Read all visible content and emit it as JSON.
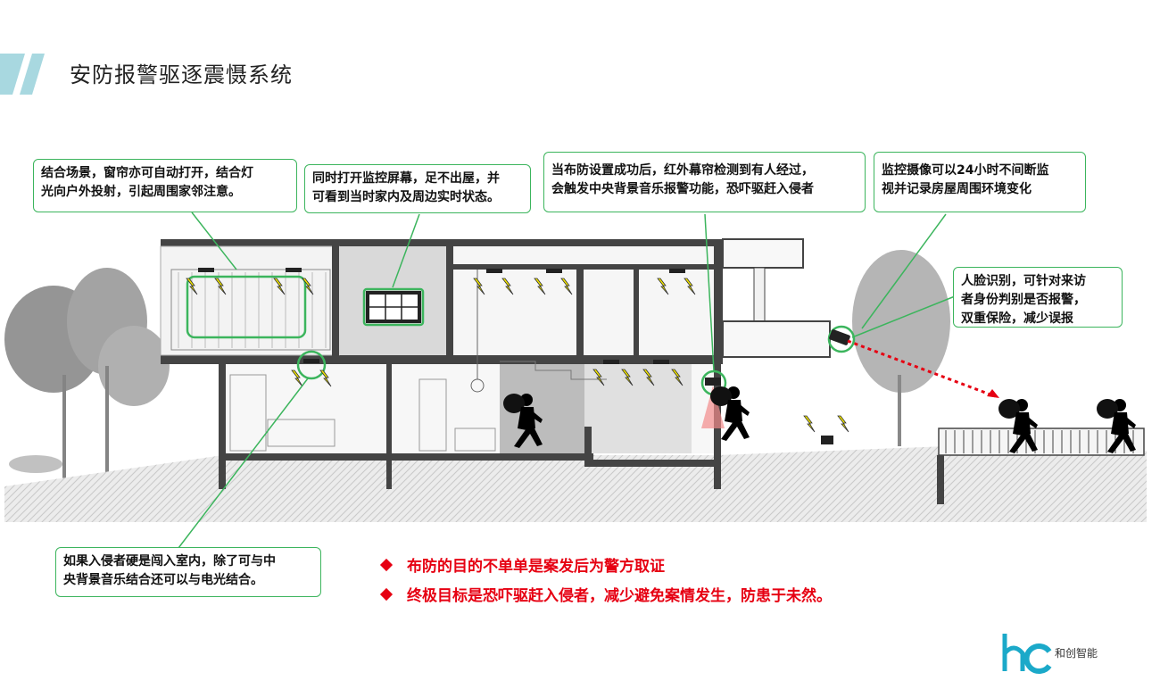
{
  "title": "安防报警驱逐震慑系统",
  "callouts": [
    {
      "id": "c1",
      "text_line1": "结合场景，窗帘亦可自动打开，结合灯",
      "text_line2": "光向户外投射，引起周围家邻注意。"
    },
    {
      "id": "c2",
      "text_line1": "同时打开监控屏幕，足不出屋，并",
      "text_line2": "可看到当时家内及周边实时状态。"
    },
    {
      "id": "c3",
      "text_line1": "当布防设置成功后，红外幕帘检测到有人经过，",
      "text_line2": "会触发中央背景音乐报警功能，恐吓驱赶入侵者"
    },
    {
      "id": "c4",
      "text_line1": "监控摄像可以24小时不间断监",
      "text_line2": "视并记录房屋周围环境变化"
    },
    {
      "id": "c5",
      "text_line1": "人脸识别，可针对来访",
      "text_line2": "者身份判别是否报警，",
      "text_line3": "双重保险，减少误报"
    },
    {
      "id": "c6",
      "text_line1": "如果入侵者硬是闯入室内，除了可与中",
      "text_line2": "央背景音乐结合还可以与电光结合。"
    }
  ],
  "bullets": [
    "布防的目的不单单是案发后为警方取证",
    "终极目标是恐吓驱赶入侵者，减少避免案情发生，防患于未然。"
  ],
  "logo": {
    "name": "和创智能",
    "mark": "hc"
  },
  "colors": {
    "accent_green": "#3cb55d",
    "alert_red": "#e60012",
    "title_bar": "#a8d8e0",
    "light_yellow": "#f2e600"
  }
}
